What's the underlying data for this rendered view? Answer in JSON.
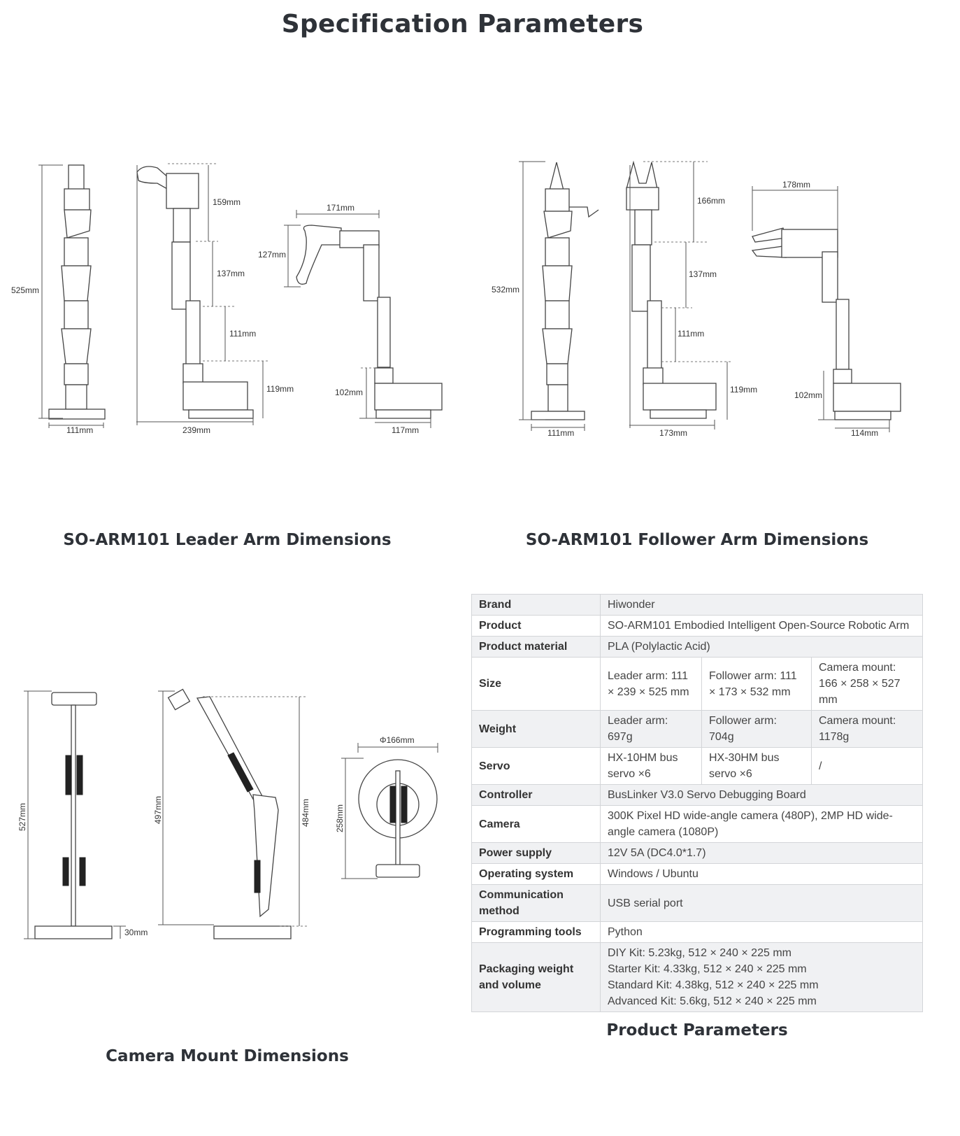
{
  "page_title": "Specification Parameters",
  "sections": {
    "leader": "SO-ARM101 Leader Arm Dimensions",
    "follower": "SO-ARM101 Follower Arm Dimensions",
    "camera": "Camera Mount Dimensions",
    "params": "Product Parameters"
  },
  "leader_dims": {
    "height": "525mm",
    "top_seg": "159mm",
    "mid_seg": "137mm",
    "low_seg": "111mm",
    "base_seg": "119mm",
    "base_width": "111mm",
    "reach": "239mm",
    "grip_width": "171mm",
    "grip_height": "127mm",
    "side_base": "102mm",
    "side_width": "117mm"
  },
  "follower_dims": {
    "height": "532mm",
    "top_seg": "166mm",
    "mid_seg": "137mm",
    "low_seg": "111mm",
    "base_seg": "119mm",
    "base_width": "111mm",
    "reach": "173mm",
    "grip_width": "178mm",
    "side_base": "102mm",
    "side_width": "114mm"
  },
  "camera_dims": {
    "height_front": "527mm",
    "height_side": "497mm",
    "height_pole": "484mm",
    "base_thickness": "30mm",
    "diameter": "Φ166mm",
    "top_height": "258mm"
  },
  "table": [
    {
      "key": "Brand",
      "values": [
        "Hiwonder"
      ]
    },
    {
      "key": "Product",
      "values": [
        "SO-ARM101 Embodied Intelligent Open-Source Robotic Arm"
      ]
    },
    {
      "key": "Product material",
      "values": [
        "PLA (Polylactic Acid)"
      ]
    },
    {
      "key": "Size",
      "values": [
        "Leader arm: 111 × 239 × 525 mm",
        "Follower arm: 111 × 173 × 532 mm",
        "Camera mount: 166 × 258 × 527 mm"
      ]
    },
    {
      "key": "Weight",
      "values": [
        "Leader arm: 697g",
        "Follower arm: 704g",
        "Camera mount: 1178g"
      ]
    },
    {
      "key": "Servo",
      "values": [
        "HX-10HM bus servo ×6",
        "HX-30HM bus servo ×6",
        "/"
      ]
    },
    {
      "key": "Controller",
      "values": [
        "BusLinker V3.0 Servo Debugging Board"
      ]
    },
    {
      "key": "Camera",
      "values": [
        "300K Pixel HD wide-angle camera (480P), 2MP HD wide-angle camera (1080P)"
      ]
    },
    {
      "key": "Power supply",
      "values": [
        "12V 5A (DC4.0*1.7)"
      ]
    },
    {
      "key": "Operating system",
      "values": [
        "Windows / Ubuntu"
      ]
    },
    {
      "key": "Communication method",
      "values": [
        "USB serial port"
      ]
    },
    {
      "key": "Programming tools",
      "values": [
        "Python"
      ]
    },
    {
      "key": "Packaging weight and volume",
      "values": [
        "DIY Kit: 5.23kg, 512 × 240 × 225 mm",
        "Starter Kit: 4.33kg, 512 × 240 × 225 mm",
        "Standard Kit: 4.38kg, 512 × 240 × 225 mm",
        "Advanced Kit: 5.6kg, 512 × 240 × 225 mm"
      ]
    }
  ]
}
